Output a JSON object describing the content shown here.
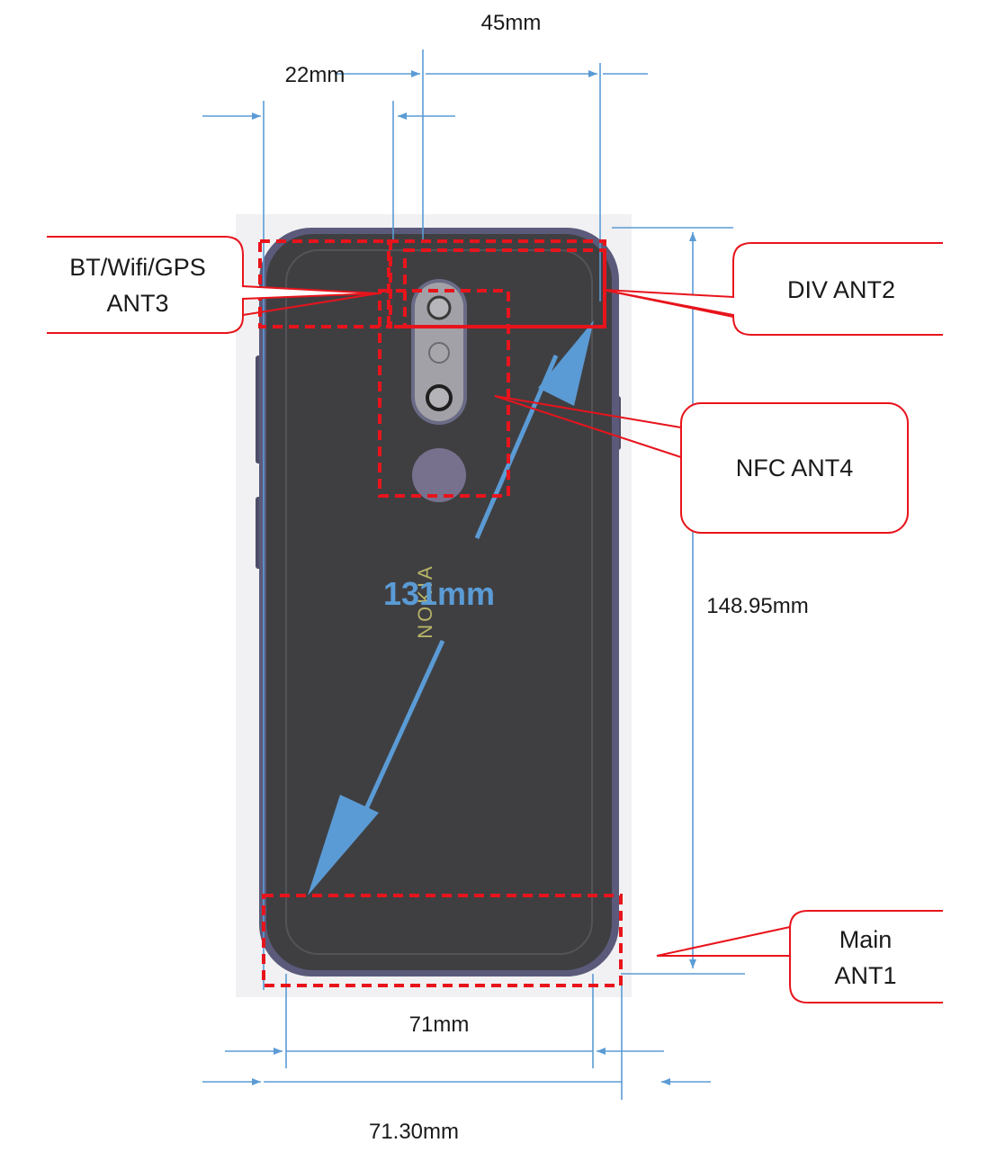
{
  "dimensions": {
    "top_width": "45mm",
    "top_offset": "22mm",
    "height": "148.95mm",
    "diagonal": "131mm",
    "inner_width": "71mm",
    "outer_width": "71.30mm"
  },
  "antennas": {
    "bt_wifi_gps": {
      "line1": "BT/Wifi/GPS",
      "line2": "ANT3"
    },
    "div": {
      "line1": "DIV ANT2"
    },
    "nfc": {
      "line1": "NFC ANT4"
    },
    "main": {
      "line1": "Main",
      "line2": "ANT1"
    }
  },
  "phone": {
    "logo": "NOKIA"
  },
  "colors": {
    "dimension": "#5b9bd5",
    "antenna": "#e8141c",
    "phone_body": "#3f3f42",
    "phone_frame": "#5b5a7a"
  }
}
